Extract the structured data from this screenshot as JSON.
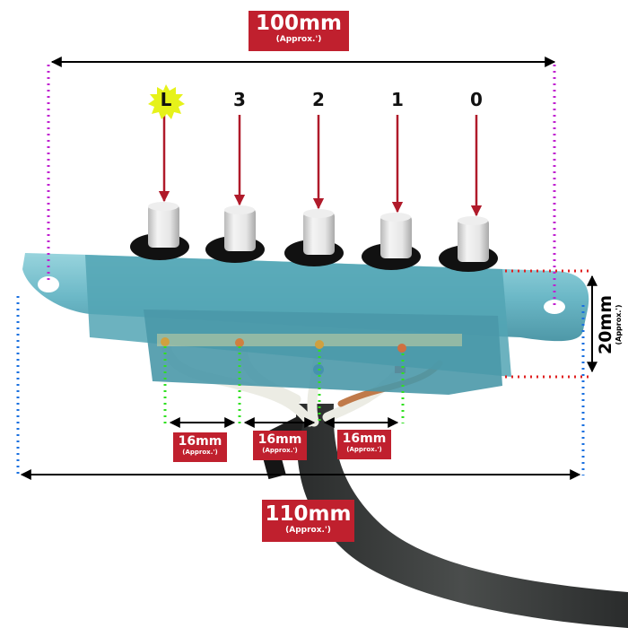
{
  "diagram": {
    "subject": "5-position push button switch with cable",
    "colors": {
      "label_bg": "#c0202e",
      "label_text": "#ffffff",
      "arrow_red": "#b01a2a",
      "dot_magenta": "#c020d0",
      "dot_blue": "#1a70e0",
      "dot_green": "#30e020",
      "dot_red": "#e02020",
      "switch_body": "#5fb7c6",
      "highlight_yellow": "#e6f21a"
    },
    "positions": [
      {
        "label": "L",
        "highlighted": true
      },
      {
        "label": "3",
        "highlighted": false
      },
      {
        "label": "2",
        "highlighted": false
      },
      {
        "label": "1",
        "highlighted": false
      },
      {
        "label": "0",
        "highlighted": false
      }
    ],
    "dimensions": {
      "top_width": {
        "value": "100mm",
        "note": "(Approx.')"
      },
      "bottom_width": {
        "value": "110mm",
        "note": "(Approx.')"
      },
      "height": {
        "value": "20mm",
        "note": "(Approx.')"
      },
      "spacing": [
        {
          "value": "16mm",
          "note": "(Approx.')"
        },
        {
          "value": "16mm",
          "note": "(Approx.')"
        },
        {
          "value": "16mm",
          "note": "(Approx.')"
        }
      ]
    }
  }
}
